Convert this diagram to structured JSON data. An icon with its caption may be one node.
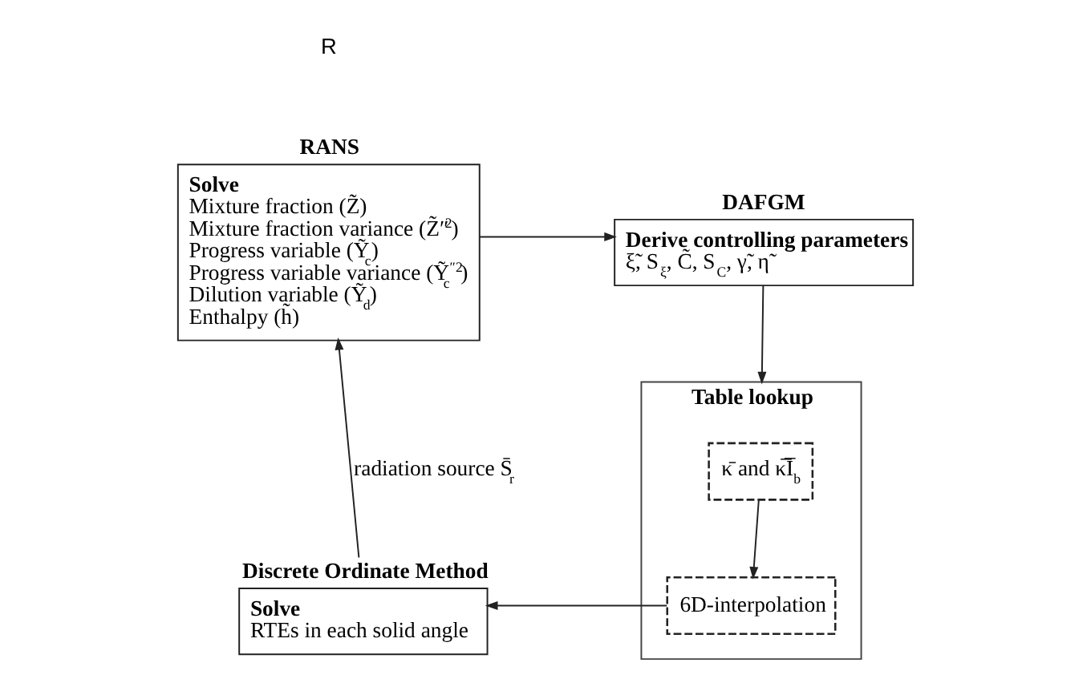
{
  "diagram": {
    "nodes": [
      {
        "text": [
          "RANS",
          "Solve",
          "Mixture fraction (Z̃)",
          "Mixture fraction variance (Z̃″$^{2}$)",
          "Progress variable (Ỹ$_{c}$)",
          "Progress variable variance (Ỹ$_{c}$$^{″2}$)",
          "Dilution variable (Ỹ$_{d}$)",
          "Enthalpy (h̃)"
        ]
      },
      {
        "text": [
          "DAFGM",
          "Derive controlling parameters",
          "ξ̃, S$_{ξ}$, C̃, S$_{C}$, γ̃, η̃"
        ]
      },
      {
        "text": [
          "Table lookup"
        ]
      },
      {
        "text": [
          "κ̄ and κ̅I̅$_{b}$"
        ],
        "in": 2
      },
      {
        "text": [
          "6D-interpolation"
        ],
        "in": 2
      },
      {
        "text": [
          "Discrete Ordinate Method",
          "Solve",
          "RTEs in each solid angle"
        ]
      }
    ],
    "edges": [
      {
        "from": 0,
        "to": 1,
        "arrow": "to"
      },
      {
        "from": 1,
        "to": 2,
        "arrow": "to"
      },
      {
        "from": 3,
        "to": 4,
        "arrow": "to"
      },
      {
        "from": 4,
        "to": 5,
        "arrow": "to"
      },
      {
        "from": 5,
        "to": 0,
        "arrow": "to",
        "label": "radiation source S̄$_{r}$"
      }
    ],
    "labels": [
      "R"
    ]
  }
}
